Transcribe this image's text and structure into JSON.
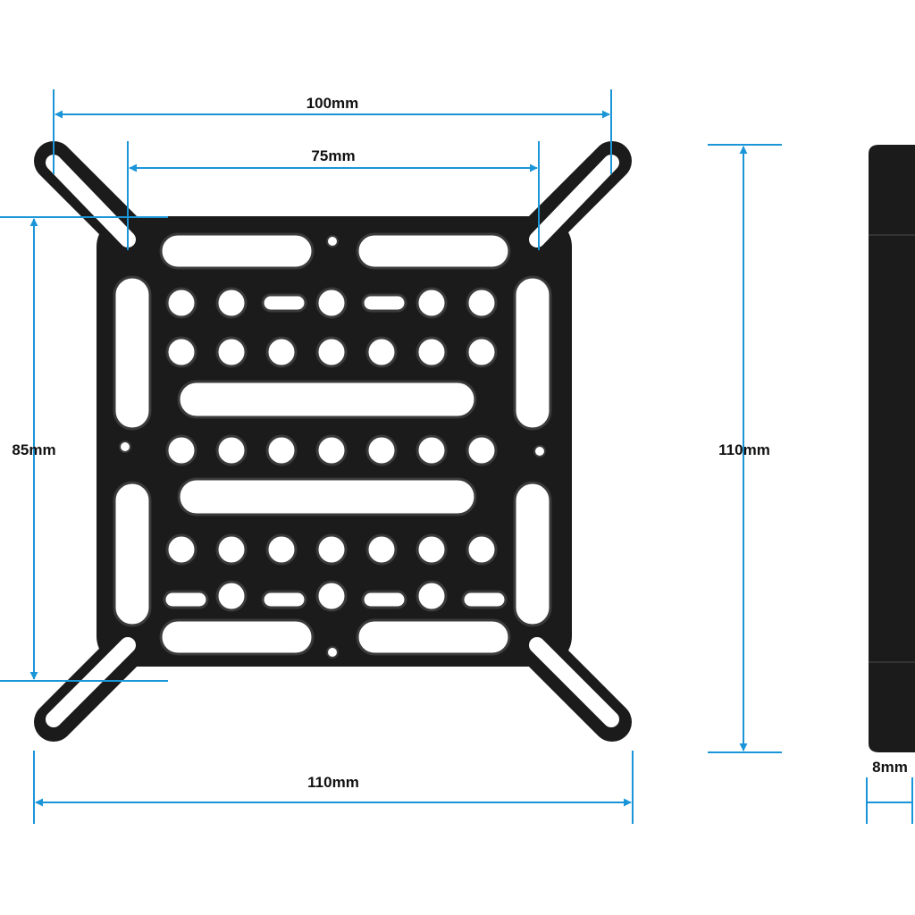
{
  "colors": {
    "dimension": "#1a95d8",
    "plate": "#1b1b1b",
    "plate_edge": "#333333",
    "hole": "#ffffff",
    "background": "#ffffff"
  },
  "dimensions": {
    "top_outer": "100mm",
    "top_inner": "75mm",
    "left_height": "85mm",
    "bottom_width": "110mm",
    "side_height": "110mm",
    "side_thickness": "8mm"
  }
}
